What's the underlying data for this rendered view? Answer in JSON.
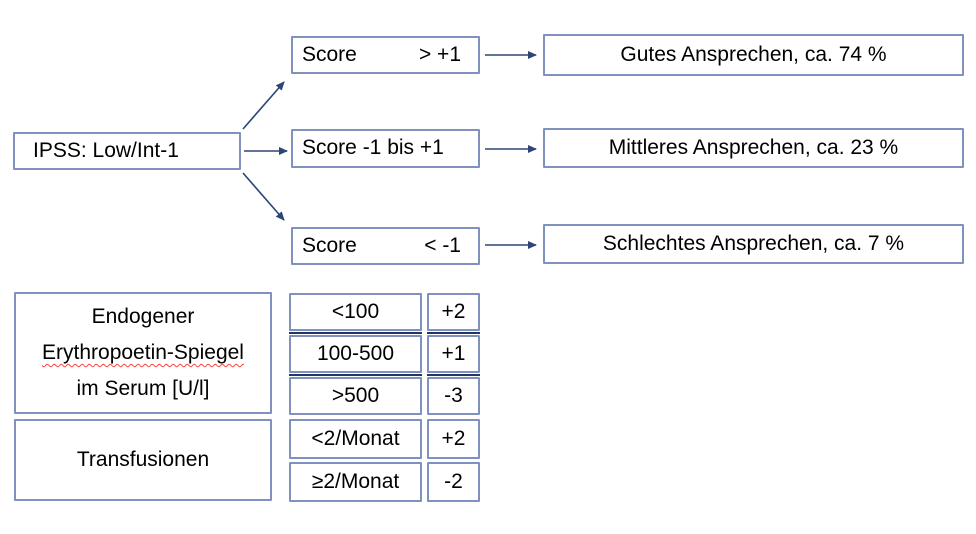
{
  "diagram": {
    "root": {
      "label": "IPSS: Low/Int-1"
    },
    "branches": [
      {
        "score_left": "Score",
        "score_right": "> +1",
        "outcome": "Gutes Ansprechen, ca. 74 %"
      },
      {
        "score_left": "Score -1 bis +1",
        "score_right": "",
        "outcome": "Mittleres Ansprechen, ca. 23 %"
      },
      {
        "score_left": "Score",
        "score_right": "< -1",
        "outcome": "Schlechtes Ansprechen, ca. 7 %"
      }
    ],
    "score_table": {
      "groups": [
        {
          "label_lines": [
            "Endogener",
            "Erythropoetin-Spiegel",
            "im Serum [U/l]"
          ],
          "rows": [
            {
              "value": "<100",
              "points": "+2"
            },
            {
              "value": "100-500",
              "points": "+1"
            },
            {
              "value": ">500",
              "points": "-3"
            }
          ]
        },
        {
          "label_lines": [
            "Transfusionen"
          ],
          "rows": [
            {
              "value": "<2/Monat",
              "points": "+2"
            },
            {
              "value": "≥2/Monat",
              "points": "-2"
            }
          ]
        }
      ]
    }
  },
  "colors": {
    "box_border": "#8091bf",
    "divider_line": "#1f3864",
    "arrow": "#2c4677",
    "spellcheck_underline": "#ff4040",
    "text": "#000000",
    "background": "#ffffff"
  }
}
